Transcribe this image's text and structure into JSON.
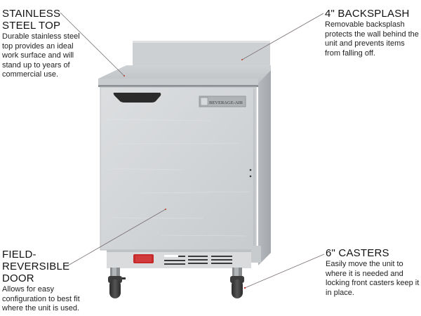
{
  "callouts": {
    "stainless_top": {
      "title_line1": "STAINLESS",
      "title_line2": "STEEL TOP",
      "body": "Durable stainless steel top provides an ideal work surface and will stand up to years of commercial use."
    },
    "backsplash": {
      "title": "4\" BACKSPLASH",
      "body": "Removable backsplash protects the wall behind the unit and prevents items from falling off."
    },
    "door": {
      "title_line1": "FIELD-",
      "title_line2": "REVERSIBLE",
      "title_line3": "DOOR",
      "body": "Allows for easy configuration to best fit where the unit is used."
    },
    "casters": {
      "title": "6\" CASTERS",
      "body": "Easily move the unit to where it is needed and locking front casters keep it in place."
    }
  },
  "product": {
    "brand_badge": "BEVERAGE-AIR",
    "colors": {
      "steel_light": "#d6d8da",
      "steel_mid": "#c4c7ca",
      "steel_dark": "#9ea2a6",
      "handle": "#2b2b2b",
      "indicator_red": "#c62a2a",
      "leader_line": "#7a6a6a",
      "leader_tip": "#c0392b"
    }
  }
}
